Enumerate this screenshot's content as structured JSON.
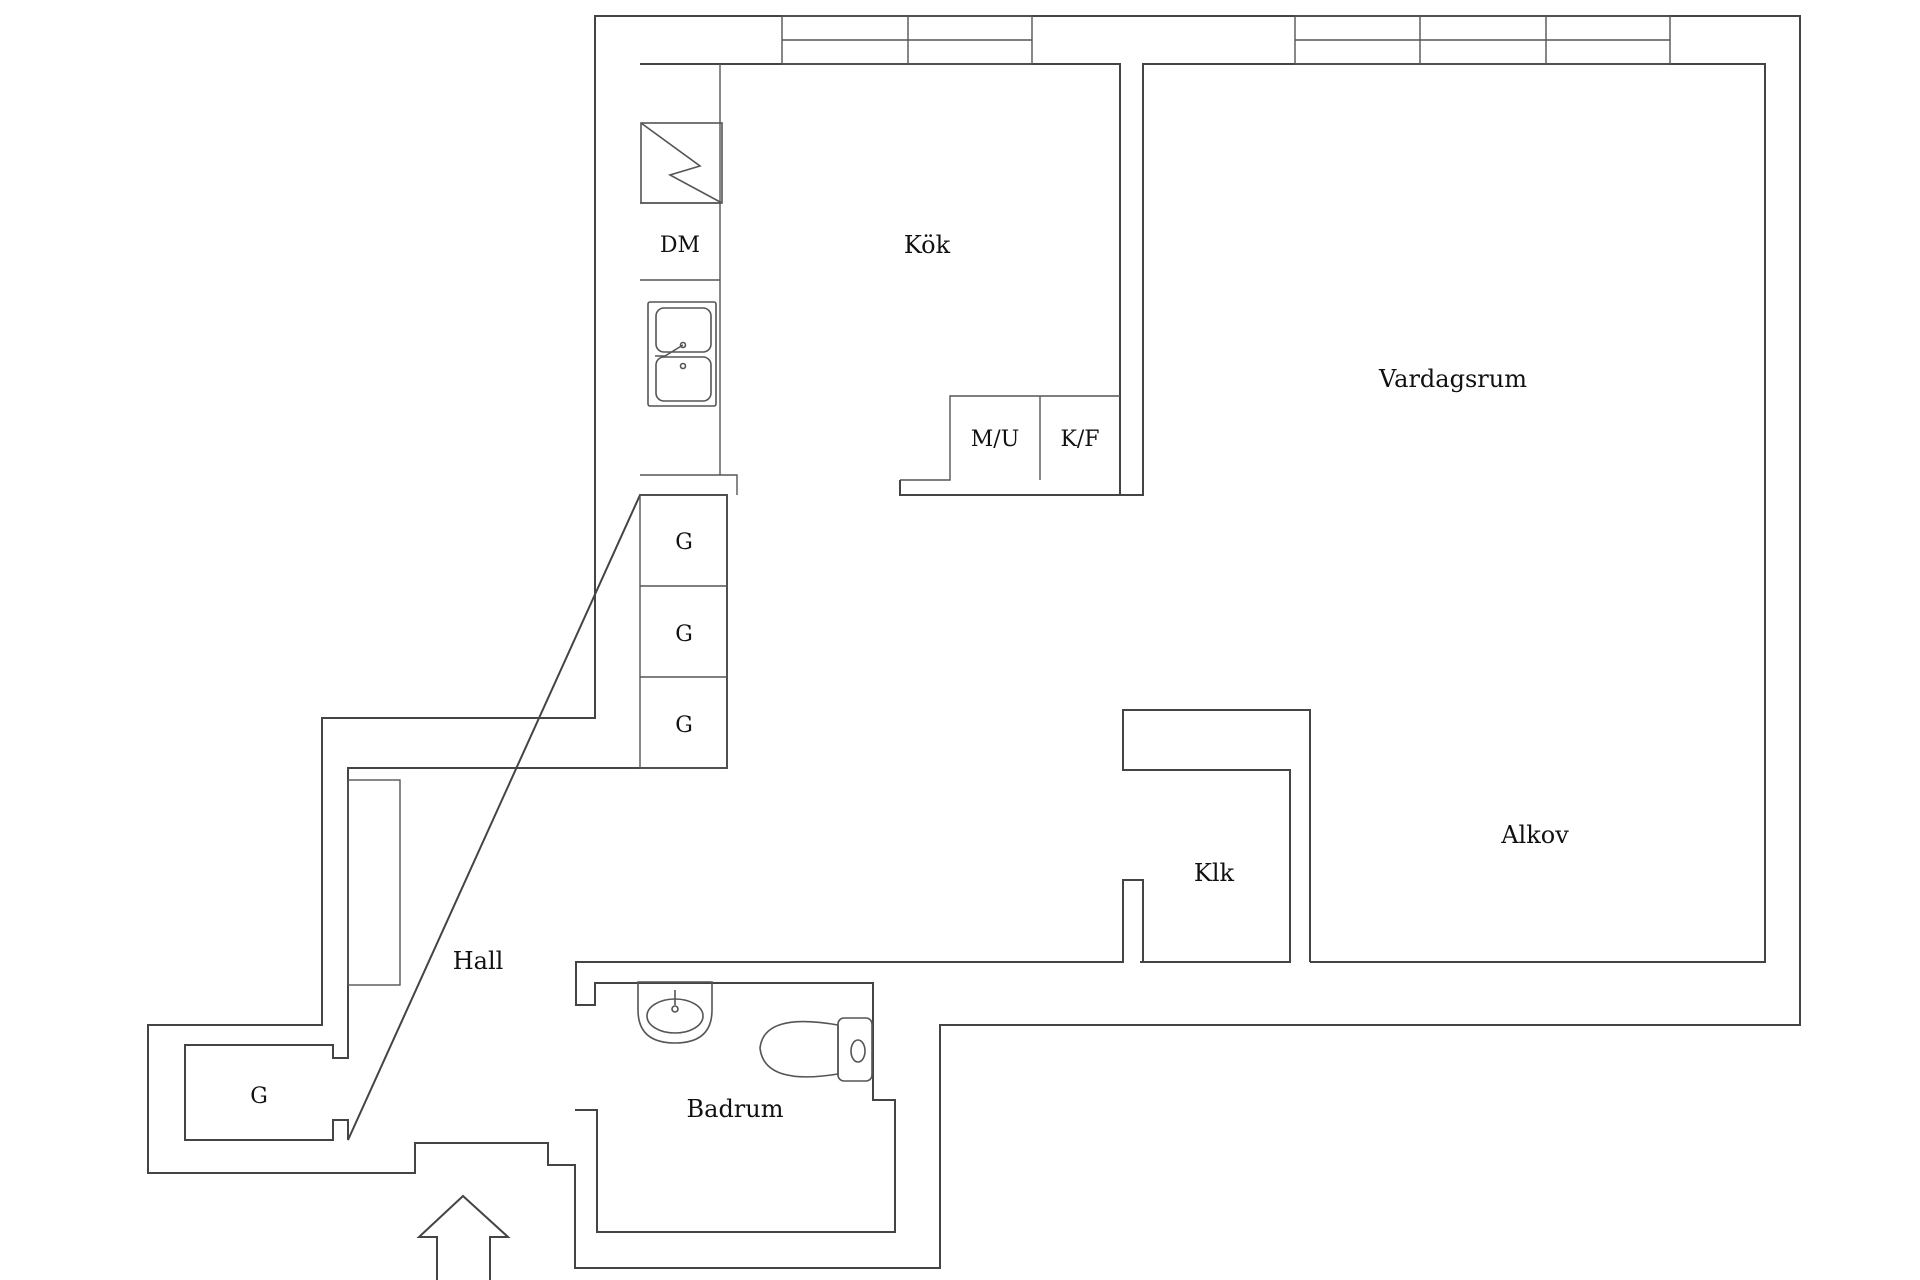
{
  "rooms": {
    "kok": "Kök",
    "vardagsrum": "Vardagsrum",
    "alkov": "Alkov",
    "klk": "Klk",
    "hall": "Hall",
    "badrum": "Badrum"
  },
  "fixtures": {
    "dm": "DM",
    "mu": "M/U",
    "kf": "K/F",
    "g": "G"
  },
  "icons": {
    "entrance": "entrance-arrow-icon",
    "stove": "stove-icon",
    "sink": "kitchen-sink-icon",
    "washbasin": "washbasin-icon",
    "toilet": "toilet-icon"
  },
  "colors": {
    "background": "#ffffff",
    "wall": "#444444",
    "text": "#111111"
  }
}
